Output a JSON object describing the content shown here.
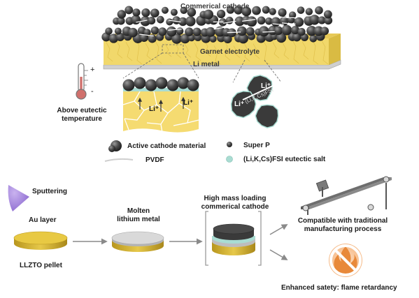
{
  "top": {
    "cathode_label": "Commerical cathode",
    "electrolyte_label": "Garnet electrolyte",
    "li_metal_label": "Li metal",
    "thermometer_plus": "+",
    "thermometer_minus": "-",
    "temperature_label": [
      "Above eutectic",
      "temperature"
    ],
    "ion_label": "Li⁺",
    "salt_label": "(Li,K,Cs)FSI"
  },
  "legend": {
    "active_material": "Active cathode material",
    "super_p": "Super P",
    "pvdf": "PVDF",
    "eutectic_salt": "(Li,K,Cs)FSI eutectic salt"
  },
  "bottom": {
    "sputtering": "Sputtering",
    "au_layer": "Au layer",
    "pellet": "LLZTO pellet",
    "molten": [
      "Molten",
      "lithium metal"
    ],
    "high_mass": [
      "High mass loading",
      "commerical cathode"
    ],
    "compatible": [
      "Compatible with traditional",
      "manufacturing process"
    ],
    "safety": "Enhanced satety: flame retardancy"
  },
  "colors": {
    "garnet": "#f2d86a",
    "garnet_dark": "#d9b93c",
    "gold": "#d8b532",
    "li_metal": "#c9c9c9",
    "particle": "#4a4a4a",
    "salt": "#a9dcd2",
    "sputter": "#a98ad8",
    "flame": "#f0a36a"
  }
}
